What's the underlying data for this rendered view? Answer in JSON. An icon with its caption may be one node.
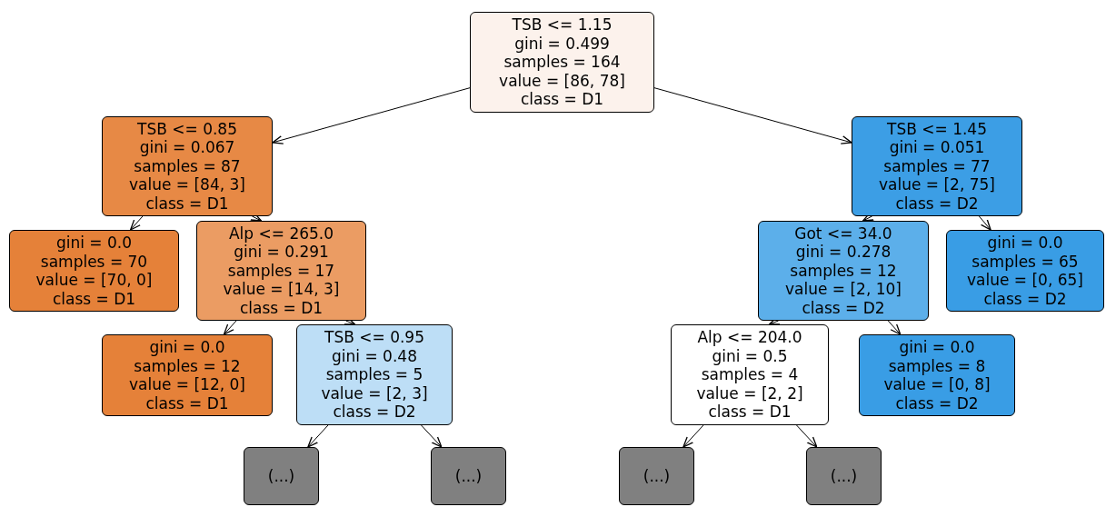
{
  "diagram": {
    "nodes": [
      {
        "text": [
          "TSB <= 1.15",
          "gini = 0.499",
          "samples = 164",
          "value = [86, 78]",
          "class = D1"
        ]
      },
      {
        "text": [
          "TSB <= 0.85",
          "gini = 0.067",
          "samples = 87",
          "value = [84, 3]",
          "class = D1"
        ]
      },
      {
        "text": [
          "TSB <= 1.45",
          "gini = 0.051",
          "samples = 77",
          "value = [2, 75]",
          "class = D2"
        ]
      },
      {
        "text": [
          "gini = 0.0",
          "samples = 70",
          "value = [70, 0]",
          "class = D1"
        ]
      },
      {
        "text": [
          "Alp <= 265.0",
          "gini = 0.291",
          "samples = 17",
          "value = [14, 3]",
          "class = D1"
        ]
      },
      {
        "text": [
          "Got <= 34.0",
          "gini = 0.278",
          "samples = 12",
          "value = [2, 10]",
          "class = D2"
        ]
      },
      {
        "text": [
          "gini = 0.0",
          "samples = 65",
          "value = [0, 65]",
          "class = D2"
        ]
      },
      {
        "text": [
          "gini = 0.0",
          "samples = 12",
          "value = [12, 0]",
          "class = D1"
        ]
      },
      {
        "text": [
          "TSB <= 0.95",
          "gini = 0.48",
          "samples = 5",
          "value = [2, 3]",
          "class = D2"
        ]
      },
      {
        "text": [
          "Alp <= 204.0",
          "gini = 0.5",
          "samples = 4",
          "value = [2, 2]",
          "class = D1"
        ]
      },
      {
        "text": [
          "gini = 0.0",
          "samples = 8",
          "value = [0, 8]",
          "class = D2"
        ]
      },
      {
        "text": [
          "(...)"
        ]
      },
      {
        "text": [
          "(...)"
        ]
      },
      {
        "text": [
          "(...)"
        ]
      },
      {
        "text": [
          "(...)"
        ]
      }
    ],
    "edges": [
      {
        "from": 0,
        "to": 1,
        "arrow": "to"
      },
      {
        "from": 0,
        "to": 2,
        "arrow": "to"
      },
      {
        "from": 1,
        "to": 3,
        "arrow": "to"
      },
      {
        "from": 1,
        "to": 4,
        "arrow": "to"
      },
      {
        "from": 2,
        "to": 5,
        "arrow": "to"
      },
      {
        "from": 2,
        "to": 6,
        "arrow": "to"
      },
      {
        "from": 4,
        "to": 7,
        "arrow": "to"
      },
      {
        "from": 4,
        "to": 8,
        "arrow": "to"
      },
      {
        "from": 5,
        "to": 9,
        "arrow": "to"
      },
      {
        "from": 5,
        "to": 10,
        "arrow": "to"
      },
      {
        "from": 8,
        "to": 11,
        "arrow": "to"
      },
      {
        "from": 8,
        "to": 12,
        "arrow": "to"
      },
      {
        "from": 9,
        "to": 13,
        "arrow": "to"
      },
      {
        "from": 9,
        "to": 14,
        "arrow": "to"
      }
    ]
  }
}
